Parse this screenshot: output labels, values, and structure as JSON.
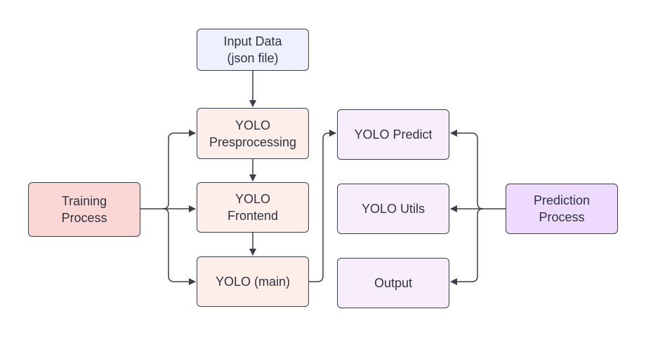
{
  "nodes": {
    "input": "Input Data\n(json file)",
    "preprocessing": "YOLO\nPresprocessing",
    "frontend": "YOLO\nFrontend",
    "main": "YOLO (main)",
    "training": "Training\nProcess",
    "predict": "YOLO Predict",
    "utils": "YOLO Utils",
    "output": "Output",
    "prediction": "Prediction\nProcess"
  },
  "colors": {
    "input": "#eef0fd",
    "yolo_core": "#fdeeea",
    "training": "#fad7d4",
    "prediction_modules": "#f7edfd",
    "prediction": "#eedafc",
    "line": "#3b3f4a"
  }
}
